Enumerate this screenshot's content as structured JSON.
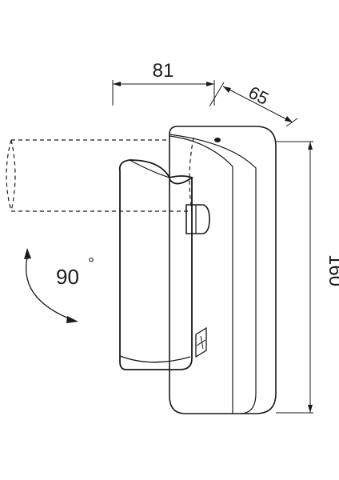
{
  "dimensions": {
    "width": "81",
    "depth": "65",
    "height": "160"
  },
  "rotation": {
    "angle": "90",
    "unit": "°"
  },
  "colors": {
    "stroke": "#1a1a1a",
    "background": "#ffffff"
  }
}
